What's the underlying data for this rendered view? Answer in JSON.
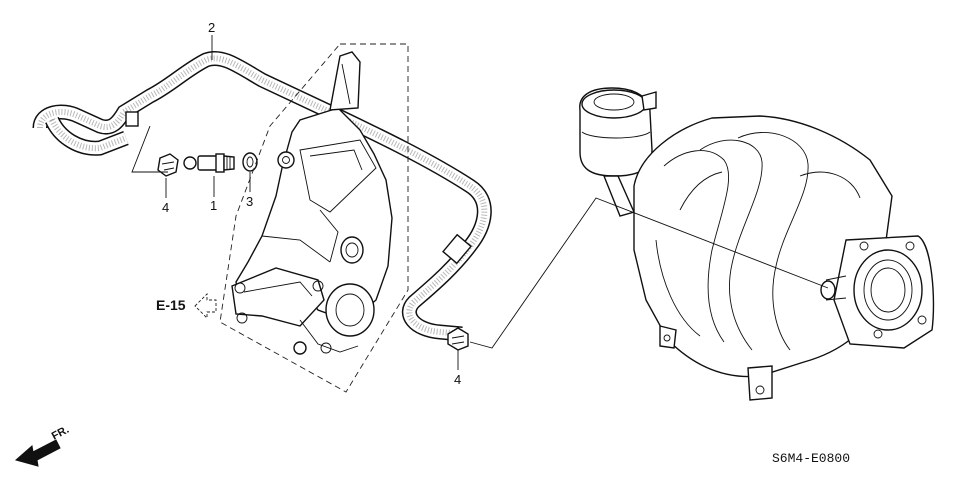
{
  "callouts": {
    "pcv_valve": "1",
    "breather_hose": "2",
    "o_ring": "3",
    "clip_left": "4",
    "clip_right": "4"
  },
  "section_ref": "E-15",
  "direction": "FR.",
  "diagram_code": "S6M4-E0800",
  "colors": {
    "line": "#111111",
    "background": "#ffffff"
  }
}
